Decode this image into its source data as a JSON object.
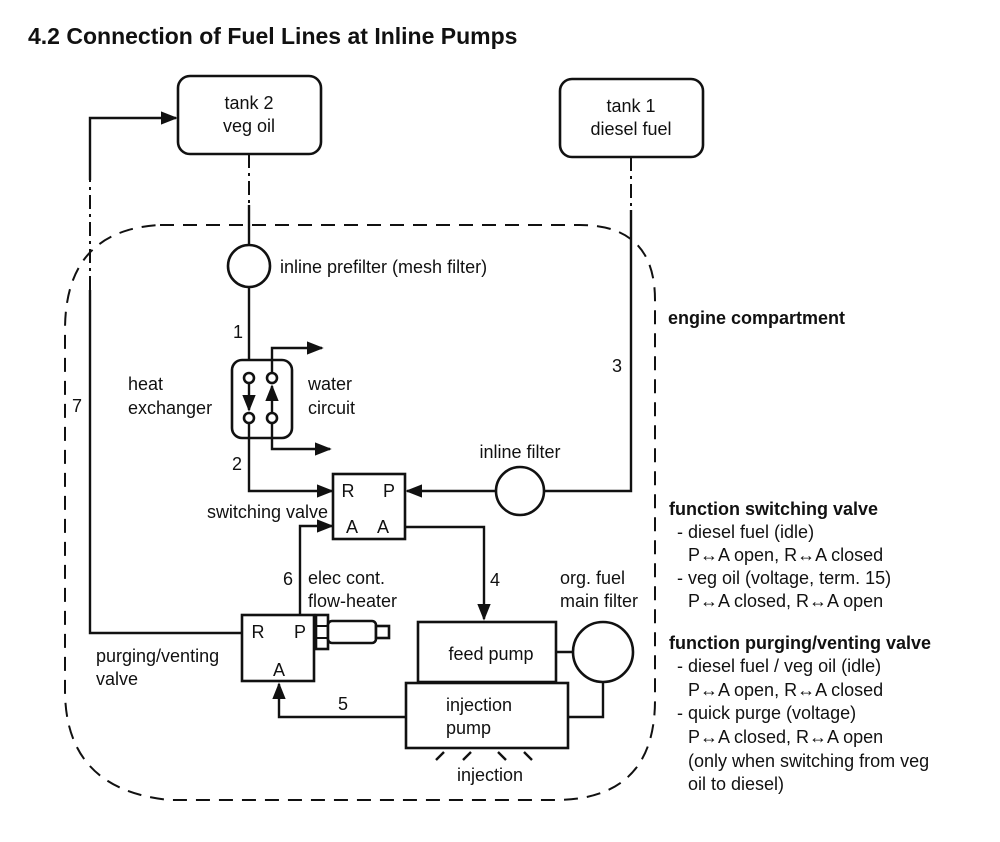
{
  "title": "4.2 Connection of Fuel Lines at Inline Pumps",
  "zone_label": "engine compartment",
  "components": {
    "tank2": {
      "line1": "tank 2",
      "line2": "veg oil"
    },
    "tank1": {
      "line1": "tank 1",
      "line2": "diesel fuel"
    },
    "inline_prefilter": "inline prefilter (mesh filter)",
    "heat_exchanger": {
      "line1": "heat",
      "line2": "exchanger"
    },
    "water_circuit": {
      "line1": "water",
      "line2": "circuit"
    },
    "inline_filter": "inline filter",
    "switching_valve": {
      "label": "switching valve",
      "port_r": "R",
      "port_p": "P",
      "port_a1": "A",
      "port_a2": "A"
    },
    "flow_heater": {
      "line1": "elec  cont.",
      "line2": "flow-heater"
    },
    "purging_valve": {
      "line1": "purging/venting",
      "line2": "valve",
      "port_r": "R",
      "port_p": "P",
      "port_a": "A"
    },
    "main_filter": {
      "line1": "org. fuel",
      "line2": "main filter"
    },
    "feed_pump": "feed pump",
    "injection_pump": {
      "line1": "injection",
      "line2": "pump"
    },
    "injection": "injection"
  },
  "line_numbers": [
    "1",
    "2",
    "3",
    "4",
    "5",
    "6",
    "7"
  ],
  "notes": {
    "switching_valve": {
      "heading": "function switching valve",
      "lines": [
        "- diesel fuel (idle)",
        "P↔A open, R↔A closed",
        "- veg oil (voltage, term. 15)",
        "P↔A closed, R↔A open"
      ]
    },
    "purging_valve": {
      "heading": "function purging/venting valve",
      "lines": [
        "- diesel fuel / veg oil (idle)",
        "P↔A open, R↔A closed",
        "- quick purge (voltage)",
        "P↔A closed, R↔A open",
        "(only when switching from veg",
        "oil to diesel)"
      ]
    }
  }
}
